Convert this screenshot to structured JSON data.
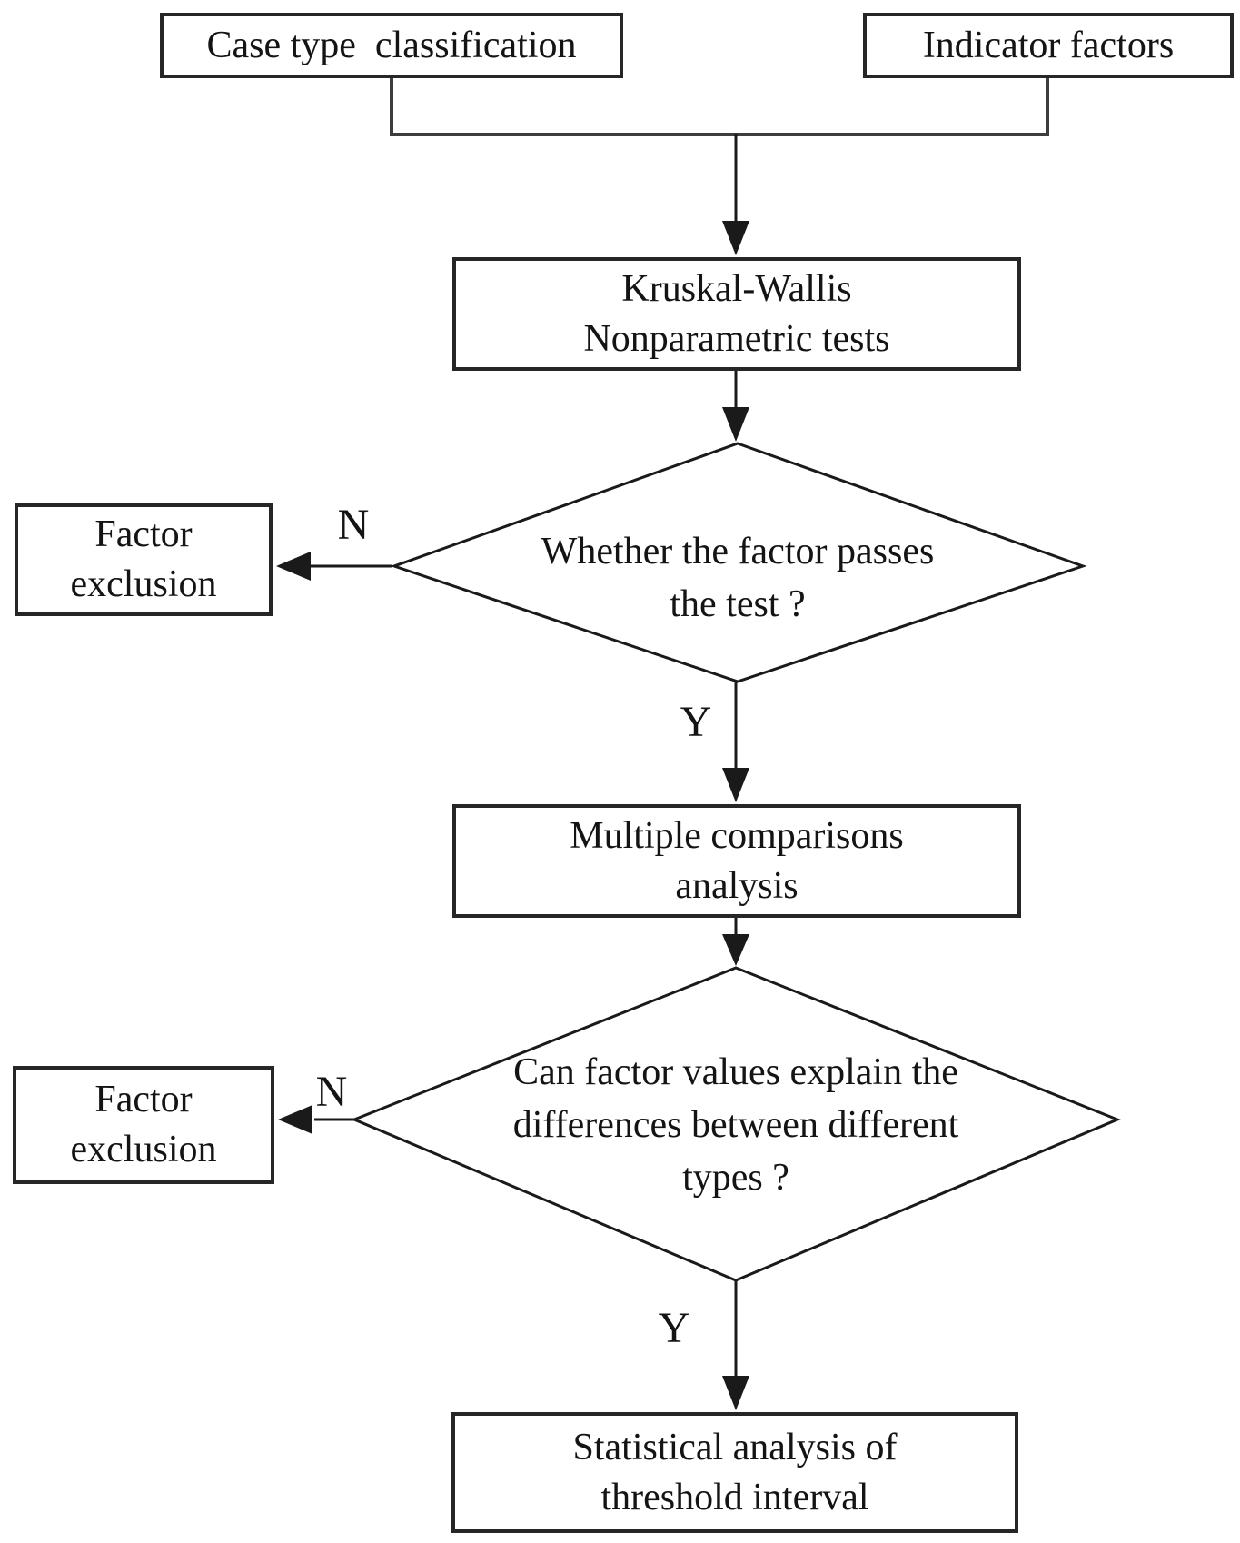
{
  "colors": {
    "background": "#ffffff",
    "stroke": "#1a1a1a",
    "connector": "#3d3d3d",
    "text": "#141414"
  },
  "nodes": {
    "case_type": {
      "label": "Case type  classification"
    },
    "indicator_factors": {
      "label": "Indicator factors"
    },
    "kruskal": {
      "label": "Kruskal-Wallis\nNonparametric tests"
    },
    "decision_pass_test": {
      "label": "Whether the factor passes\nthe test ?"
    },
    "factor_exclusion_1": {
      "label": "Factor\nexclusion"
    },
    "multiple_comparisons": {
      "label": "Multiple comparisons\nanalysis"
    },
    "decision_explain_differences": {
      "label": "Can factor values explain the\ndifferences between different\ntypes ?"
    },
    "factor_exclusion_2": {
      "label": "Factor\nexclusion"
    },
    "statistical_analysis": {
      "label": "Statistical analysis of\nthreshold interval"
    }
  },
  "edge_labels": {
    "decision1_no": "N",
    "decision1_yes": "Y",
    "decision2_no": "N",
    "decision2_yes": "Y"
  }
}
